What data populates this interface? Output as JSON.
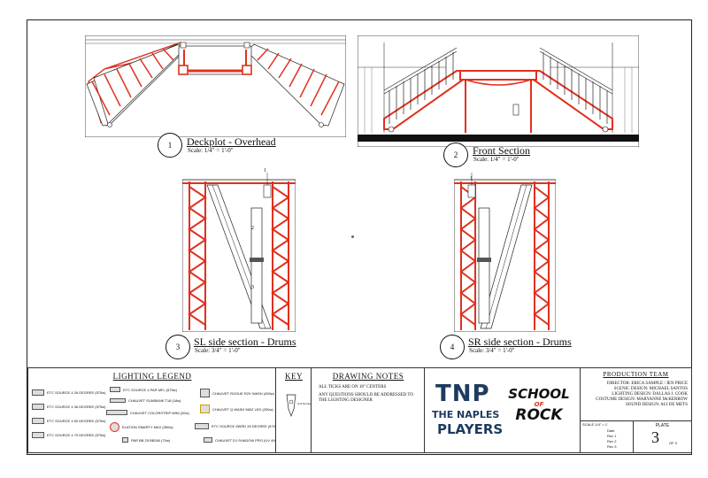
{
  "views": [
    {
      "num": "1",
      "title": "Deckplot - Overhead",
      "scale": "Scale: 1/4\" = 1'-0\""
    },
    {
      "num": "2",
      "title": "Front Section",
      "scale": "Scale: 1/4\" = 1'-0\""
    },
    {
      "num": "3",
      "title": "SL side section - Drums",
      "scale": "Scale: 3/4\" = 1'-0\""
    },
    {
      "num": "4",
      "title": "SR side section - Drums",
      "scale": "Scale: 3/4\" = 1'-0\""
    }
  ],
  "section_labels": {
    "sl": [
      "1",
      "2",
      "3"
    ],
    "sr": [
      "1"
    ]
  },
  "legend": {
    "title": "LIGHTING LEGEND",
    "items": [
      "ETC SOURCE 4 26 DEGREE (575w)",
      "ETC SOURCE 4 36 DEGREE (575w)",
      "ETC SOURCE 4 50 DEGREE (575w)",
      "ETC SOURCE 4 70 DEGREE (575w)",
      "ETC SOURCE 4 PAR MFL (575w)",
      "CHAUVET SLIMBANK T18 (18w)",
      "CHAUVET COLORSTRIP MINI (20w)",
      "ELATION SMARTY MAX (350w)",
      "PAR BB 25 BB260 (70w)",
      "CHAUVET ROGUE R2X WASH (450w)",
      "CHAUVET Q WASH 560Z LED (250w)",
      "ETC SOURCE 4WRD 26 DEGREE (575w)",
      "CHAUVET DJ SHADOW PRO (UV 400w)"
    ]
  },
  "key": {
    "title": "KEY",
    "item": "Unit Number"
  },
  "notes": {
    "title": "DRAWING NOTES",
    "lines": [
      "ALL TICKS ARE ON 18\" CENTERS",
      "ANY QUESTIONS SHOULD BE ADDRESSED TO THE LIGHTING DESIGNER"
    ]
  },
  "logos": {
    "tnp": "TNP",
    "tnp_sub1": "THE NAPLES",
    "tnp_sub2": "PLAYERS",
    "sor1": "SCHOOL",
    "sor2": "OF",
    "sor3": "ROCK"
  },
  "team": {
    "title": "PRODUCTION TEAM",
    "lines": [
      "DIRECTOR: ERICA SAMPLE / JEN PRICE",
      "SCENIC DESIGN: MICHAEL SANTOS",
      "LIGHTING DESIGN: DALLAS J. COOK",
      "COSTUME DESIGN: MARYANNE McKERROW",
      "SOUND DESIGN: ALI DE METS"
    ]
  },
  "revisions": {
    "scale": "SCALE 1/4\" = 1'",
    "rows": [
      "Date",
      "Rev 1",
      "Rev 2",
      "Rev 3"
    ]
  },
  "plate": {
    "label": "PLATE",
    "num": "3",
    "of": "OF 3"
  },
  "colors": {
    "accent": "#e0301e",
    "line": "#222222"
  }
}
